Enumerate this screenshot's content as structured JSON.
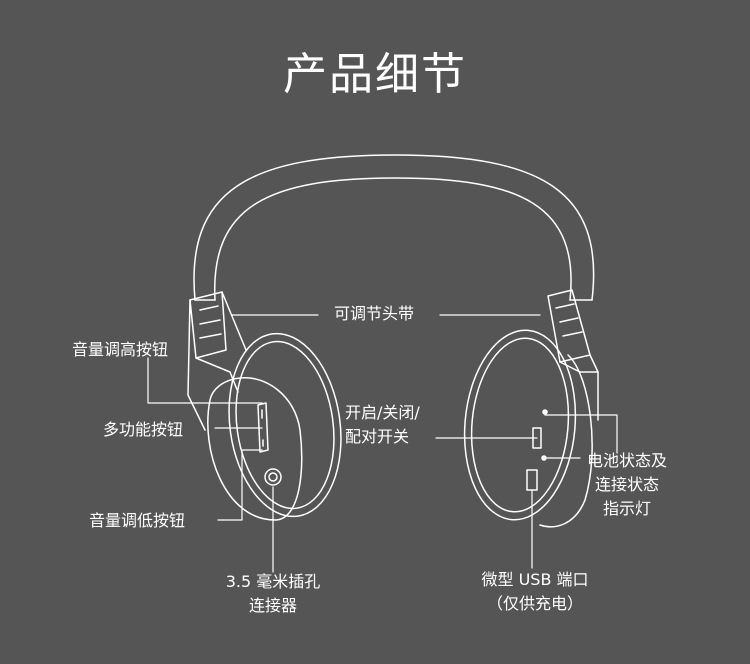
{
  "title": "产品细节",
  "labels": {
    "headband": "可调节头带",
    "vol_up": "音量调高按钮",
    "multi": "多功能按钮",
    "vol_down": "音量调低按钮",
    "jack_1": "3.5 毫米插孔",
    "jack_2": "连接器",
    "power_1": "开启/关闭/",
    "power_2": "配对开关",
    "battery_1": "电池状态及",
    "battery_2": "连接状态",
    "battery_3": "指示灯",
    "usb_1": "微型 USB 端口",
    "usb_2": "（仅供充电）"
  },
  "colors": {
    "background": "#555555",
    "line": "#ffffff"
  }
}
